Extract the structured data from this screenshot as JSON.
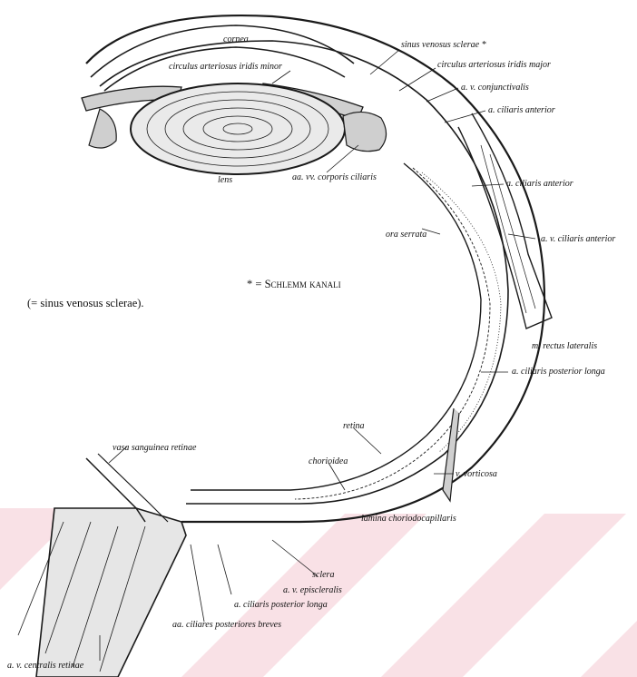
{
  "labels": {
    "cornea": "cornea",
    "circ_minor": "circulus arteriosus iridis minor",
    "sinus_venosus": "sinus venosus sclerae *",
    "circ_major": "circulus arteriosus iridis major",
    "conjunctivalis": "a. v. conjunctivalis",
    "ciliaris_anterior_1": "a. ciliaris anterior",
    "lens": "lens",
    "corporis_ciliaris": "aa. vv. corporis ciliaris",
    "ciliaris_anterior_2": "a. ciliaris anterior",
    "ora_serrata": "ora serrata",
    "v_ciliaris_anterior": "a. v. ciliaris anterior",
    "rectus_lateralis": "m. rectus lateralis",
    "ciliaris_post_longa_1": "a. ciliaris posterior longa",
    "retina": "retina",
    "vasa_sanguinea": "vasa sanguinea retinae",
    "chorioidea": "chorioidea",
    "vorticosa": "v. vorticosa",
    "lamina": "lamina choriodocapillaris",
    "sclera": "sclera",
    "episcleralis": "a. v. episcleralis",
    "ciliaris_post_longa_2": "a. ciliaris posterior longa",
    "ciliares_breves": "aa. ciliares posteriores breves",
    "centralis_retinae": "a. v. centralis retinae"
  },
  "notes": {
    "schlemm_star": "* =",
    "schlemm": "Schlemm kanalı",
    "sinus_paren": "(= sinus venosus sclerae)."
  },
  "colors": {
    "ink": "#1a1a1a",
    "watermark": "#f7d7de"
  }
}
